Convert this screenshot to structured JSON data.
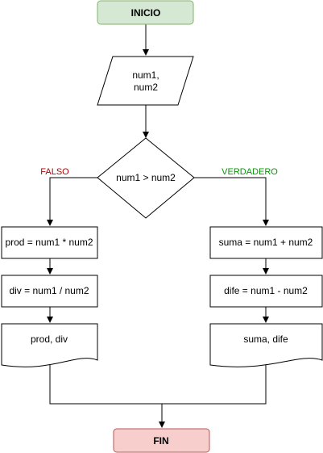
{
  "flowchart": {
    "start": {
      "label": "INICIO",
      "fill": "#d5e8d4",
      "stroke": "#82b366"
    },
    "input": {
      "line1": "num1,",
      "line2": "num2"
    },
    "decision": {
      "label": "num1 > num2"
    },
    "false_branch": {
      "label": "FALSO",
      "label_color": "#b20000",
      "step1": "prod = num1 * num2",
      "step2": "div = num1 / num2",
      "output": "prod, div"
    },
    "true_branch": {
      "label": "VERDADERO",
      "label_color": "#009900",
      "step1": "suma = num1 + num2",
      "step2": "dife = num1 - num2",
      "output": "suma, dife"
    },
    "end": {
      "label": "FIN",
      "fill": "#f8cecc",
      "stroke": "#b85450"
    }
  }
}
